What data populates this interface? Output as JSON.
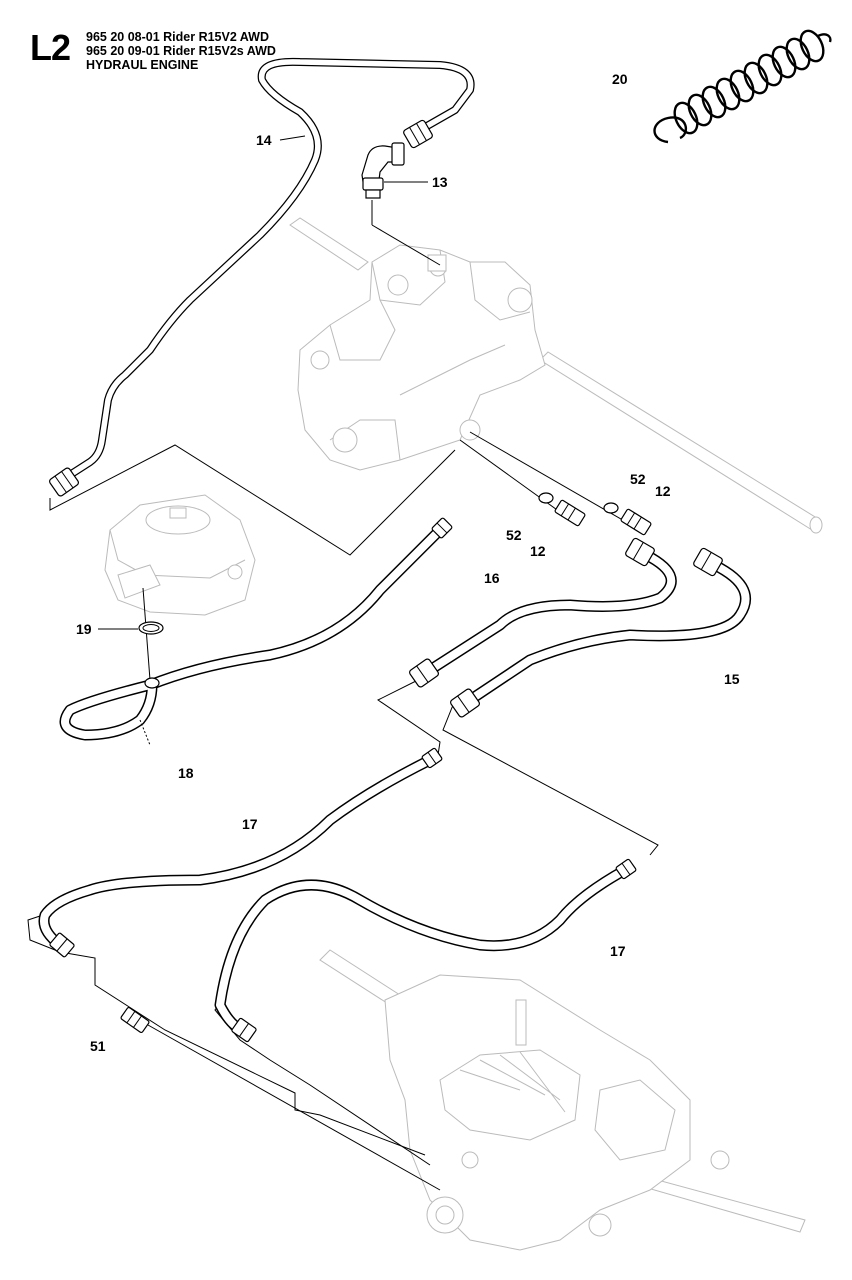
{
  "header": {
    "section_code": "L2",
    "lines": [
      "965 20 08-01 Rider R15V2 AWD",
      "965 20 09-01 Rider R15V2s AWD",
      "HYDRAUL ENGINE"
    ]
  },
  "callouts": {
    "c20": "20",
    "c14": "14",
    "c13": "13",
    "c52a": "52",
    "c12a": "12",
    "c52b": "52",
    "c12b": "12",
    "c16": "16",
    "c15": "15",
    "c19": "19",
    "c18": "18",
    "c17a": "17",
    "c17b": "17",
    "c51": "51"
  }
}
